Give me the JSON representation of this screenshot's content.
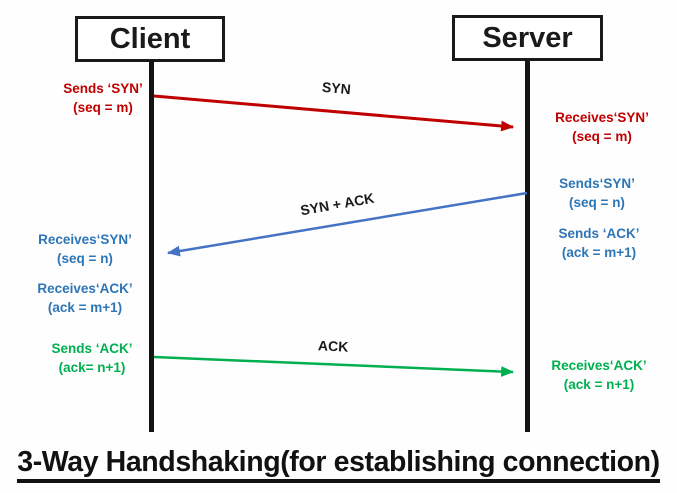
{
  "diagram": {
    "title": "3-Way Handshaking(for establishing connection)",
    "actors": {
      "client": "Client",
      "server": "Server"
    },
    "messages": {
      "syn": "SYN",
      "syn_ack": "SYN + ACK",
      "ack": "ACK"
    },
    "notes": {
      "client_send_syn": {
        "l1": "Sends ‘SYN’",
        "l2": "(seq = m)"
      },
      "server_recv_syn": {
        "l1": "Receives‘SYN’",
        "l2": "(seq = m)"
      },
      "server_send_syn": {
        "l1": "Sends‘SYN’",
        "l2": "(seq = n)"
      },
      "server_send_ack": {
        "l1": "Sends ‘ACK’",
        "l2": "(ack = m+1)"
      },
      "client_recv_syn": {
        "l1": "Receives‘SYN’",
        "l2": "(seq = n)"
      },
      "client_recv_ack": {
        "l1": "Receives‘ACK’",
        "l2": "(ack = m+1)"
      },
      "client_send_ack": {
        "l1": "Sends ‘ACK’",
        "l2": "(ack= n+1)"
      },
      "server_recv_ack": {
        "l1": "Receives‘ACK’",
        "l2": "(ack = n+1)"
      }
    },
    "colors": {
      "syn_arrow": "#c00000",
      "syn_ack_arrow": "#4472c4",
      "ack_arrow": "#00b050",
      "red_text": "#c00000",
      "blue_text": "#2e75b6",
      "green_text": "#00b050",
      "black": "#1a1a1a"
    }
  }
}
